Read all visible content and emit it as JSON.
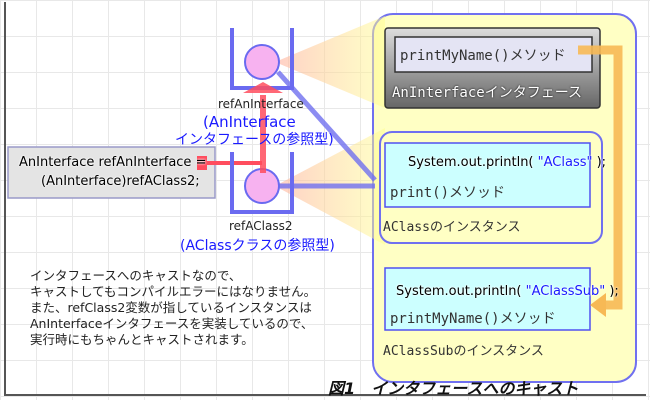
{
  "interface_box": {
    "method": "printMyName()メソッド",
    "label": "AnInterfaceインタフェース"
  },
  "aclass_box": {
    "code_prefix": "System.out.println( ",
    "code_string": "\"AClass\"",
    "code_suffix": " );",
    "method": "print()メソッド",
    "label": "AClassのインスタンス"
  },
  "aclasssub_box": {
    "code_prefix": "System.out.println( ",
    "code_string": "\"AClassSub\"",
    "code_suffix": " );",
    "method": "printMyName()メソッド",
    "label": "AClassSubのインスタンス"
  },
  "ref_interface": {
    "name": "refAnInterface",
    "type_line1": "(AnInterface",
    "type_line2": "インタフェースの参照型)"
  },
  "ref_aclass2": {
    "name": "refAClass2",
    "type": "(AClassクラスの参照型)"
  },
  "code_box": {
    "line1": "AnInterface refAnInterface =",
    "line2": "(AnInterface)refAClass2;"
  },
  "note": {
    "lines": [
      "インタフェースへのキャストなので、",
      "キャストしてもコンパイルエラーにはなりません。",
      "また、refClass2変数が指しているインスタンスは",
      "AnInterfaceインタフェースを実装しているので、",
      "実行時にもちゃんとキャストされます。"
    ]
  },
  "caption": "図1　インタフェースへのキャスト",
  "colors": {
    "accent_blue": "#1a1aff",
    "arrow_red": "#ff4d5e",
    "arrow_orange": "#f7b955",
    "panel_yellow": "#ffffc4",
    "cyan": "#ccffff"
  }
}
